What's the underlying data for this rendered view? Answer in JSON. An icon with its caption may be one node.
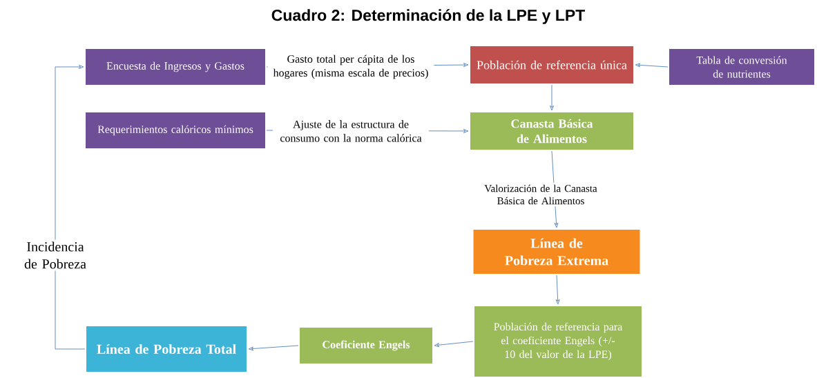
{
  "diagram": {
    "title": "Cuadro 2: Determinación de la LPE y LPT",
    "nodes": [
      {
        "text": [
          "Encuesta de Ingresos y Gastos"
        ]
      },
      {
        "text": [
          "Población de referencia única"
        ]
      },
      {
        "text": [
          "Tabla de conversión de nutrientes"
        ]
      },
      {
        "text": [
          "Requerimientos calóricos mínimos"
        ]
      },
      {
        "text": [
          "Canasta Básica de Alimentos"
        ]
      },
      {
        "text": [
          "Línea de Pobreza Extrema"
        ]
      },
      {
        "text": [
          "Población de referencia para el coeficiente Engels (+/-10 del valor de la LPE)"
        ]
      },
      {
        "text": [
          "Coeficiente Engels"
        ]
      },
      {
        "text": [
          "Línea de Pobreza Total"
        ]
      }
    ],
    "edges": [
      {
        "from": 0,
        "to": 1,
        "arrow": "to",
        "label": "Gasto total per cápita de los hogares (misma escala de precios)"
      },
      {
        "from": 2,
        "to": 1,
        "arrow": "to"
      },
      {
        "from": 1,
        "to": 4,
        "arrow": "to"
      },
      {
        "from": 3,
        "to": 4,
        "arrow": "to",
        "label": "Ajuste de la estructura de consumo con la norma calórica"
      },
      {
        "from": 4,
        "to": 5,
        "arrow": "to",
        "label": "Valorización de la Canasta Básica de Alimentos"
      },
      {
        "from": 5,
        "to": 6,
        "arrow": "to"
      },
      {
        "from": 6,
        "to": 7,
        "arrow": "to"
      },
      {
        "from": 7,
        "to": 8,
        "arrow": "to"
      },
      {
        "from": 8,
        "to": 0,
        "arrow": "to",
        "label": "Incidencia de Pobreza"
      }
    ]
  }
}
